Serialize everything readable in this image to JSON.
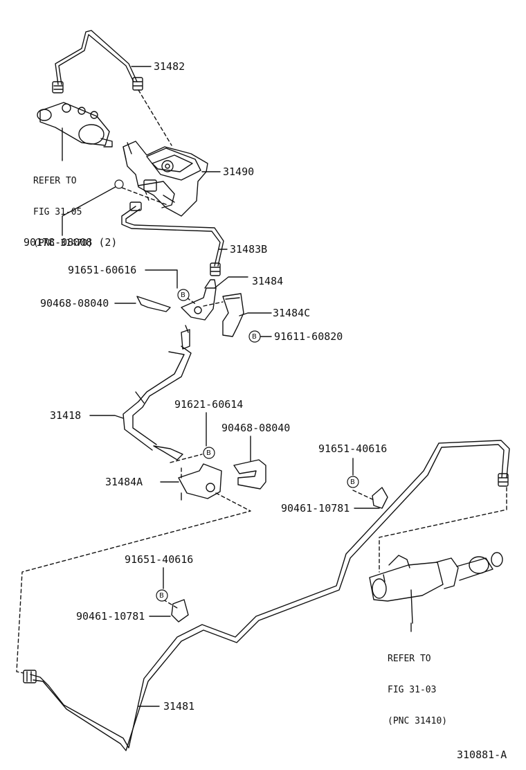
{
  "diagram": {
    "part_numbers": {
      "p31482": "31482",
      "p31490": "31490",
      "p90178": "90178-08008 (2)",
      "p31483b": "31483B",
      "p91651_60616": "91651-60616",
      "p31484": "31484",
      "p90468_top": "90468-08040",
      "p31484c": "31484C",
      "p91611": "91611-60820",
      "p31418": "31418",
      "p91621": "91621-60614",
      "p90468_mid": "90468-08040",
      "p91651_40616_right": "91651-40616",
      "p31484a": "31484A",
      "p90461_right": "90461-10781",
      "p91651_40616_left": "91651-40616",
      "p90461_left": "90461-10781",
      "p31481": "31481"
    },
    "refer_upper": {
      "line1": "REFER TO",
      "line2": "FIG 31-05",
      "line3": "(PNC 31470)"
    },
    "refer_lower": {
      "line1": "REFER TO",
      "line2": "FIG 31-03",
      "line3": "(PNC 31410)"
    },
    "bolt_marker": "B",
    "figure_id": "310881-A"
  }
}
